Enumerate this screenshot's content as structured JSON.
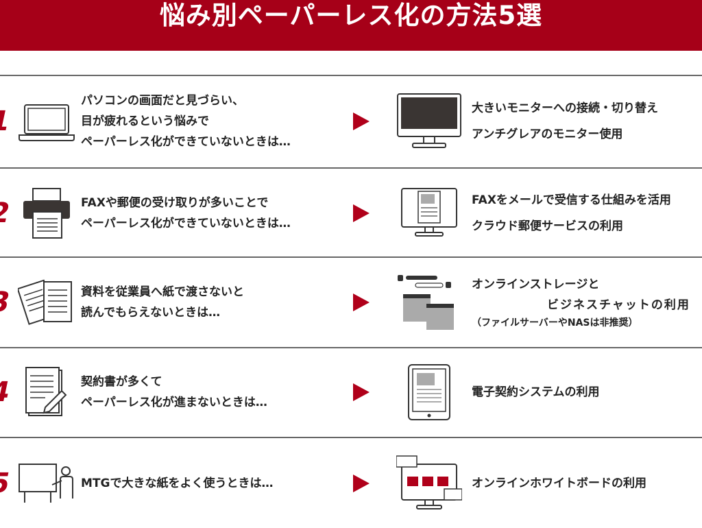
{
  "title": "悩み別ペーパーレス化の方法5選",
  "accent_color": "#a60018",
  "rows": [
    {
      "number": "1",
      "problem": [
        "パソコンの画面だと見づらい、",
        "目が疲れるという悩みで",
        "ペーパーレス化ができていないときは…"
      ],
      "solution": [
        "大きいモニターへの接続・切り替え",
        "アンチグレアのモニター使用"
      ],
      "left_icon": "laptop-icon",
      "right_icon": "monitor-icon"
    },
    {
      "number": "2",
      "problem": [
        "FAXや郵便の受け取りが多いことで",
        "ペーパーレス化ができていないときは…"
      ],
      "solution": [
        "FAXをメールで受信する仕組みを活用",
        "クラウド郵便サービスの利用"
      ],
      "left_icon": "fax-printer-icon",
      "right_icon": "monitor-document-icon"
    },
    {
      "number": "3",
      "problem": [
        "資料を従業員へ紙で渡さないと",
        "読んでもらえないときは…"
      ],
      "solution": [
        "オンラインストレージと",
        "ビジネスチャットの利用"
      ],
      "note": "（ファイルサーバーやNASは非推奨）",
      "left_icon": "papers-icon",
      "right_icon": "folders-chat-icon"
    },
    {
      "number": "4",
      "problem": [
        "契約書が多くて",
        "ペーパーレス化が進まないときは…"
      ],
      "solution": [
        "電子契約システムの利用"
      ],
      "left_icon": "contract-pen-icon",
      "right_icon": "tablet-icon"
    },
    {
      "number": "5",
      "problem": [
        "MTGで大きな紙をよく使うときは…"
      ],
      "solution": [
        "オンラインホワイトボードの利用"
      ],
      "left_icon": "whiteboard-presenter-icon",
      "right_icon": "online-whiteboard-icon"
    }
  ]
}
